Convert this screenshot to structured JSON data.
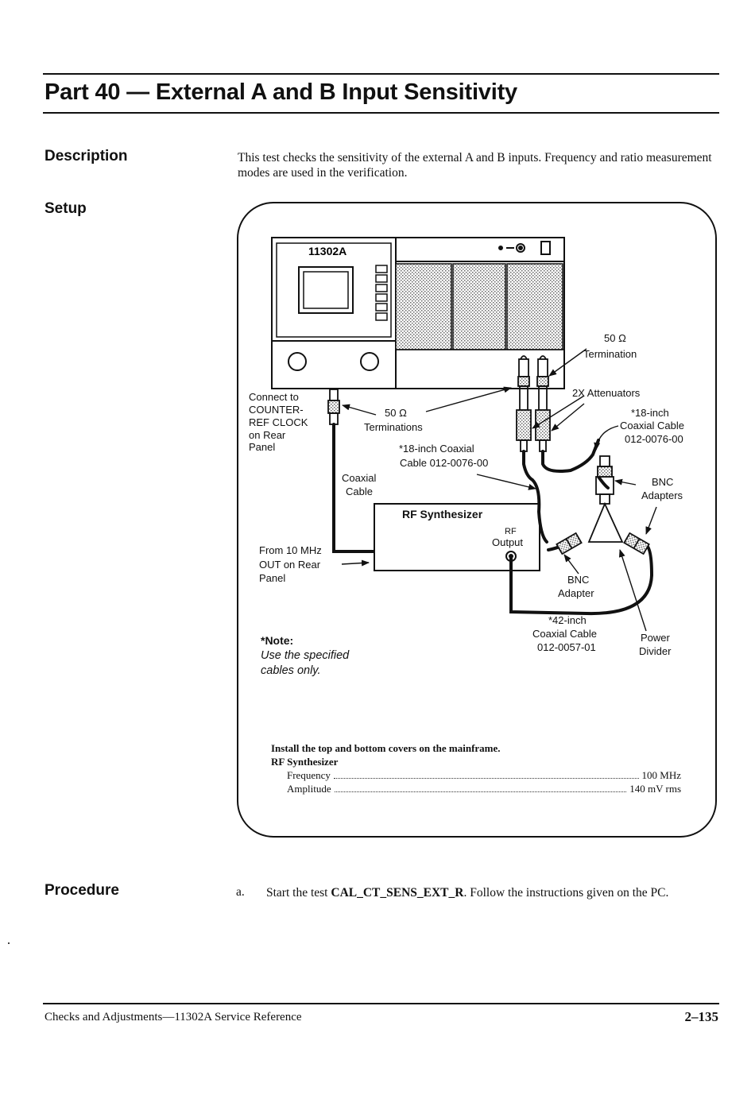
{
  "title": "Part 40 — External A and B Input Sensitivity",
  "sections": {
    "description": {
      "heading": "Description",
      "text": "This test checks the sensitivity of the external A and B inputs. Frequency and ratio measurement modes are used in the verification."
    },
    "setup": {
      "heading": "Setup"
    },
    "procedure": {
      "heading": "Procedure",
      "step_marker": "a.",
      "step_pre": "Start the test ",
      "step_code": "CAL_CT_SENS_EXT_R",
      "step_post": ". Follow the instructions given on the PC."
    }
  },
  "diagram": {
    "instrument_model": "11302A",
    "labels": {
      "termination_50_top_value": "50 Ω",
      "termination_50_top_text": "Termination",
      "attenuators": "2X Attenuators",
      "cable_18_right_l1": "*18-inch",
      "cable_18_right_l2": "Coaxial Cable",
      "cable_18_right_l3": "012-0076-00",
      "connect_l1": "Connect to",
      "connect_l2": "COUNTER-",
      "connect_l3": "REF CLOCK",
      "connect_l4": "on Rear",
      "connect_l5": "Panel",
      "terminations_value": "50 Ω",
      "terminations_text": "Terminations",
      "cable_18_mid_l1": "*18-inch Coaxial",
      "cable_18_mid_l2": "Cable 012-0076-00",
      "coaxial_l1": "Coaxial",
      "coaxial_l2": "Cable",
      "bnc_adapters_l1": "BNC",
      "bnc_adapters_l2": "Adapters",
      "rf_synth": "RF Synthesizer",
      "rf_output_l1": "RF",
      "rf_output_l2": "Output",
      "from10_l1": "From 10 MHz",
      "from10_l2": "OUT on Rear",
      "from10_l3": "Panel",
      "bnc_adapter_l1": "BNC",
      "bnc_adapter_l2": "Adapter",
      "cable_42_l1": "*42-inch",
      "cable_42_l2": "Coaxial Cable",
      "cable_42_l3": "012-0057-01",
      "power_divider_l1": "Power",
      "power_divider_l2": "Divider",
      "note_head": "*Note:",
      "note_l1": "Use the specified",
      "note_l2": "cables only."
    }
  },
  "setup_notes": {
    "install": "Install the top and bottom covers on the mainframe.",
    "device": "RF Synthesizer",
    "params": [
      {
        "label": "Frequency",
        "value": "100 MHz"
      },
      {
        "label": "Amplitude",
        "value": "140 mV rms"
      }
    ]
  },
  "footer": {
    "left": "Checks and Adjustments—11302A Service Reference",
    "page": "2–135"
  }
}
